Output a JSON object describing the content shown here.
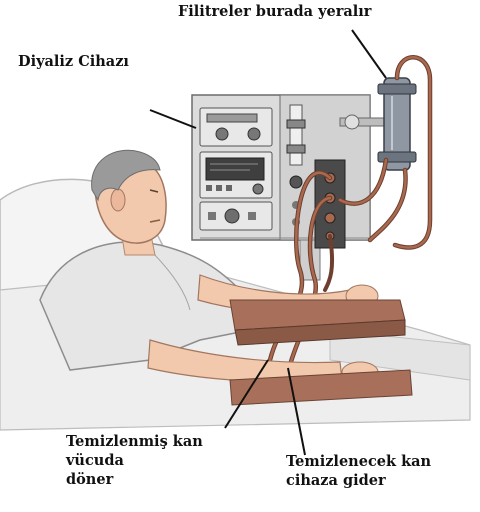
{
  "labels": {
    "filters": "Filitreler burada yeralır",
    "device": "Diyaliz Cihazı",
    "returning_blood": [
      "Temizlenmiş kan",
      "vücuda",
      "döner"
    ],
    "outgoing_blood": [
      "Temizlenecek kan",
      "cihaza gider"
    ]
  },
  "colors": {
    "machine_body": "#dcdcdc",
    "panel_dark": "#4a4a4a",
    "tubing": "#a9694f",
    "skin": "#f3c9ad",
    "hair": "#9a9a9a",
    "gown": "#e6e6e6",
    "pillow": "#f2f2f2",
    "armrest": "#a8705a",
    "filter": "#8f97a3"
  },
  "icons": [
    "dialysis-machine-illustration",
    "patient-illustration",
    "filter-icon"
  ]
}
